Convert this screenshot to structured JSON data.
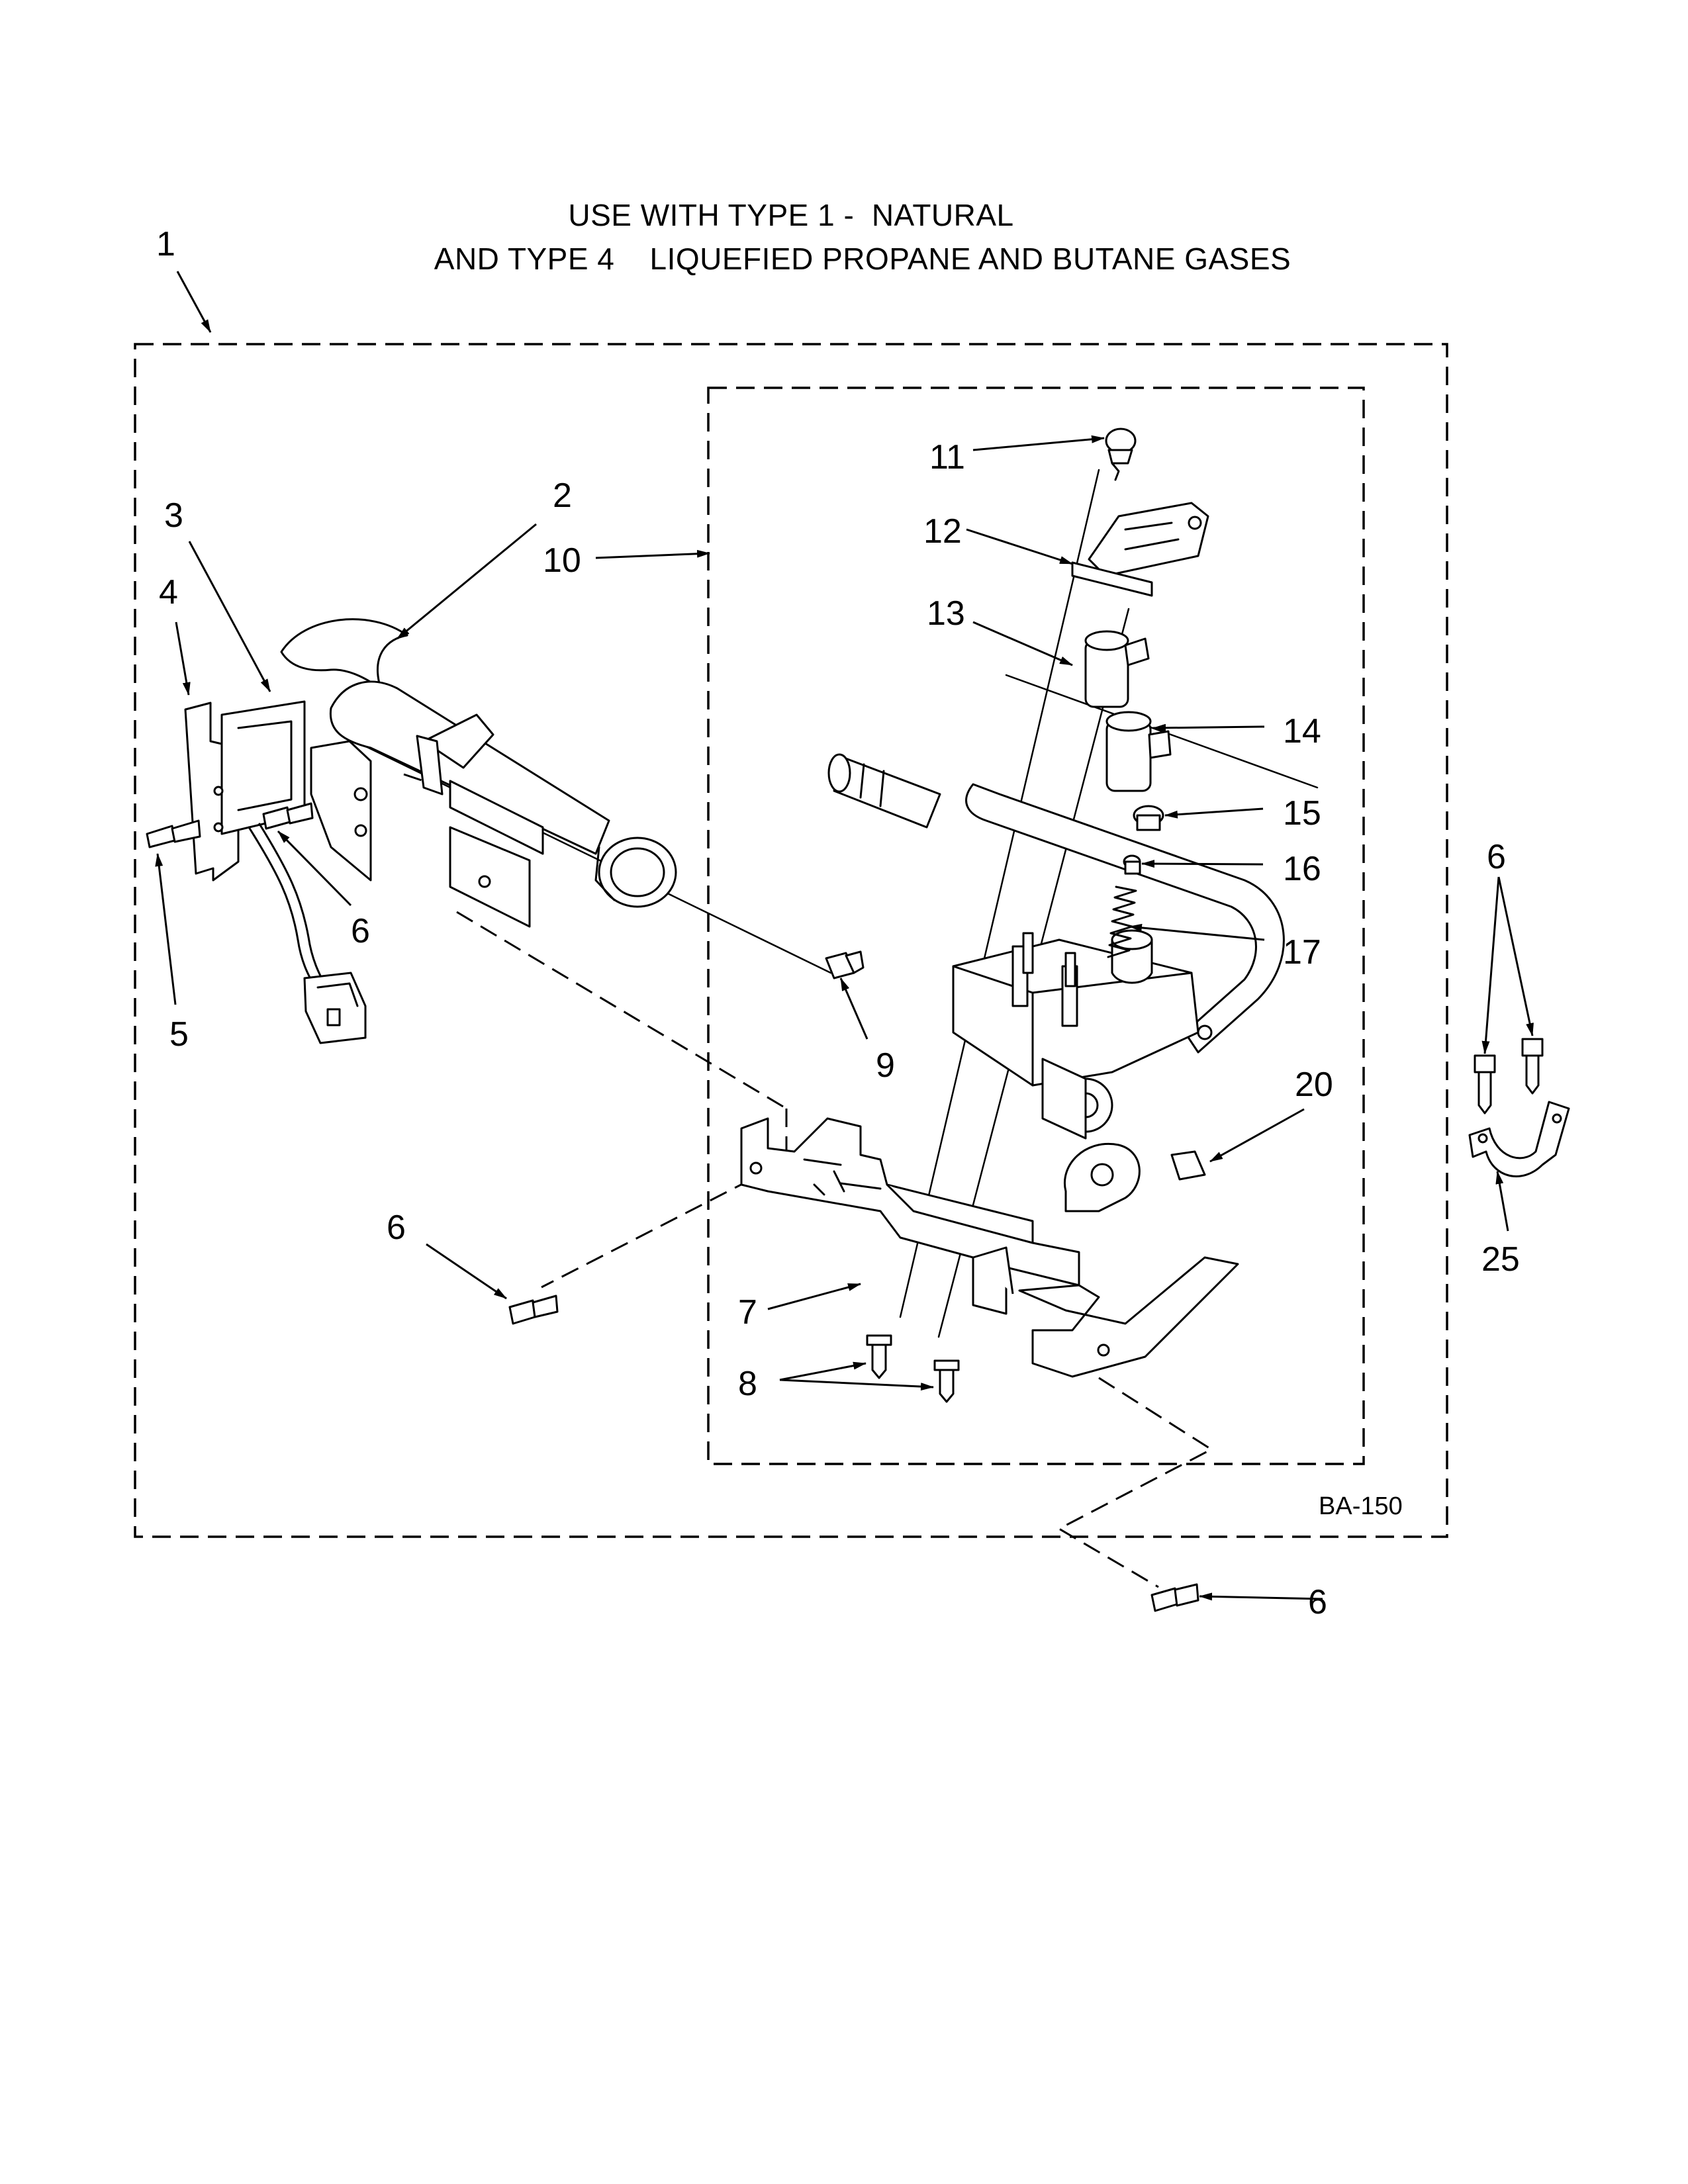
{
  "title": {
    "line1": "USE WITH TYPE 1 -  NATURAL",
    "line2": "AND TYPE 4    LIQUEFIED PROPANE AND BUTANE GASES"
  },
  "diagram_code": "BA-150",
  "colors": {
    "ink": "#000000",
    "paper": "#ffffff"
  },
  "callouts": [
    {
      "id": "c1",
      "number": "1"
    },
    {
      "id": "c2",
      "number": "2"
    },
    {
      "id": "c3",
      "number": "3"
    },
    {
      "id": "c4",
      "number": "4"
    },
    {
      "id": "c5",
      "number": "5"
    },
    {
      "id": "c6a",
      "number": "6"
    },
    {
      "id": "c6b",
      "number": "6"
    },
    {
      "id": "c6c",
      "number": "6"
    },
    {
      "id": "c6d",
      "number": "6"
    },
    {
      "id": "c7",
      "number": "7"
    },
    {
      "id": "c8",
      "number": "8"
    },
    {
      "id": "c9",
      "number": "9"
    },
    {
      "id": "c10",
      "number": "10"
    },
    {
      "id": "c11",
      "number": "11"
    },
    {
      "id": "c12",
      "number": "12"
    },
    {
      "id": "c13",
      "number": "13"
    },
    {
      "id": "c14",
      "number": "14"
    },
    {
      "id": "c15",
      "number": "15"
    },
    {
      "id": "c16",
      "number": "16"
    },
    {
      "id": "c17",
      "number": "17"
    },
    {
      "id": "c20",
      "number": "20"
    },
    {
      "id": "c25",
      "number": "25"
    }
  ]
}
